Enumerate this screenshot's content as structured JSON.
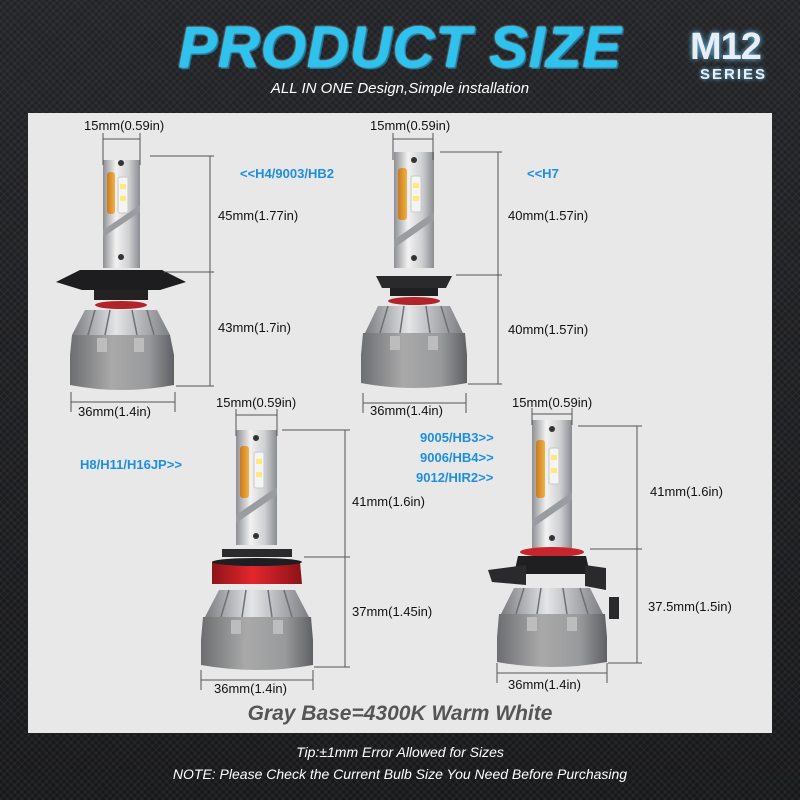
{
  "header": {
    "title": "PRODUCT SIZE",
    "subtitle": "ALL IN ONE Design,Simple installation",
    "logo_main": "M12",
    "logo_sub": "SERIES"
  },
  "bulbs": {
    "h4": {
      "label": "<<H4/9003/HB2",
      "top_width": "15mm(0.59in)",
      "upper_height": "45mm(1.77in)",
      "lower_height": "43mm(1.7in)",
      "base_width": "36mm(1.4in)"
    },
    "h7": {
      "label": "<<H7",
      "top_width": "15mm(0.59in)",
      "upper_height": "40mm(1.57in)",
      "lower_height": "40mm(1.57in)",
      "base_width": "36mm(1.4in)"
    },
    "h11": {
      "label": "H8/H11/H16JP>>",
      "top_width": "15mm(0.59in)",
      "upper_height": "41mm(1.6in)",
      "lower_height": "37mm(1.45in)",
      "base_width": "36mm(1.4in)"
    },
    "hb3": {
      "label_1": "9005/HB3>>",
      "label_2": "9006/HB4>>",
      "label_3": "9012/HIR2>>",
      "top_width": "15mm(0.59in)",
      "upper_height": "41mm(1.6in)",
      "lower_height": "37.5mm(1.5in)",
      "base_width": "36mm(1.4in)"
    }
  },
  "footer": {
    "base_note": "Gray Base=4300K Warm White",
    "tip": "Tip:±1mm Error Allowed for Sizes",
    "note": "NOTE: Please Check the Current Bulb Size You Need Before Purchasing"
  },
  "colors": {
    "title": "#2ec3ee",
    "label": "#1e8fe0",
    "panel": "#e8e8e8",
    "h11_ring": "#d8232a"
  }
}
